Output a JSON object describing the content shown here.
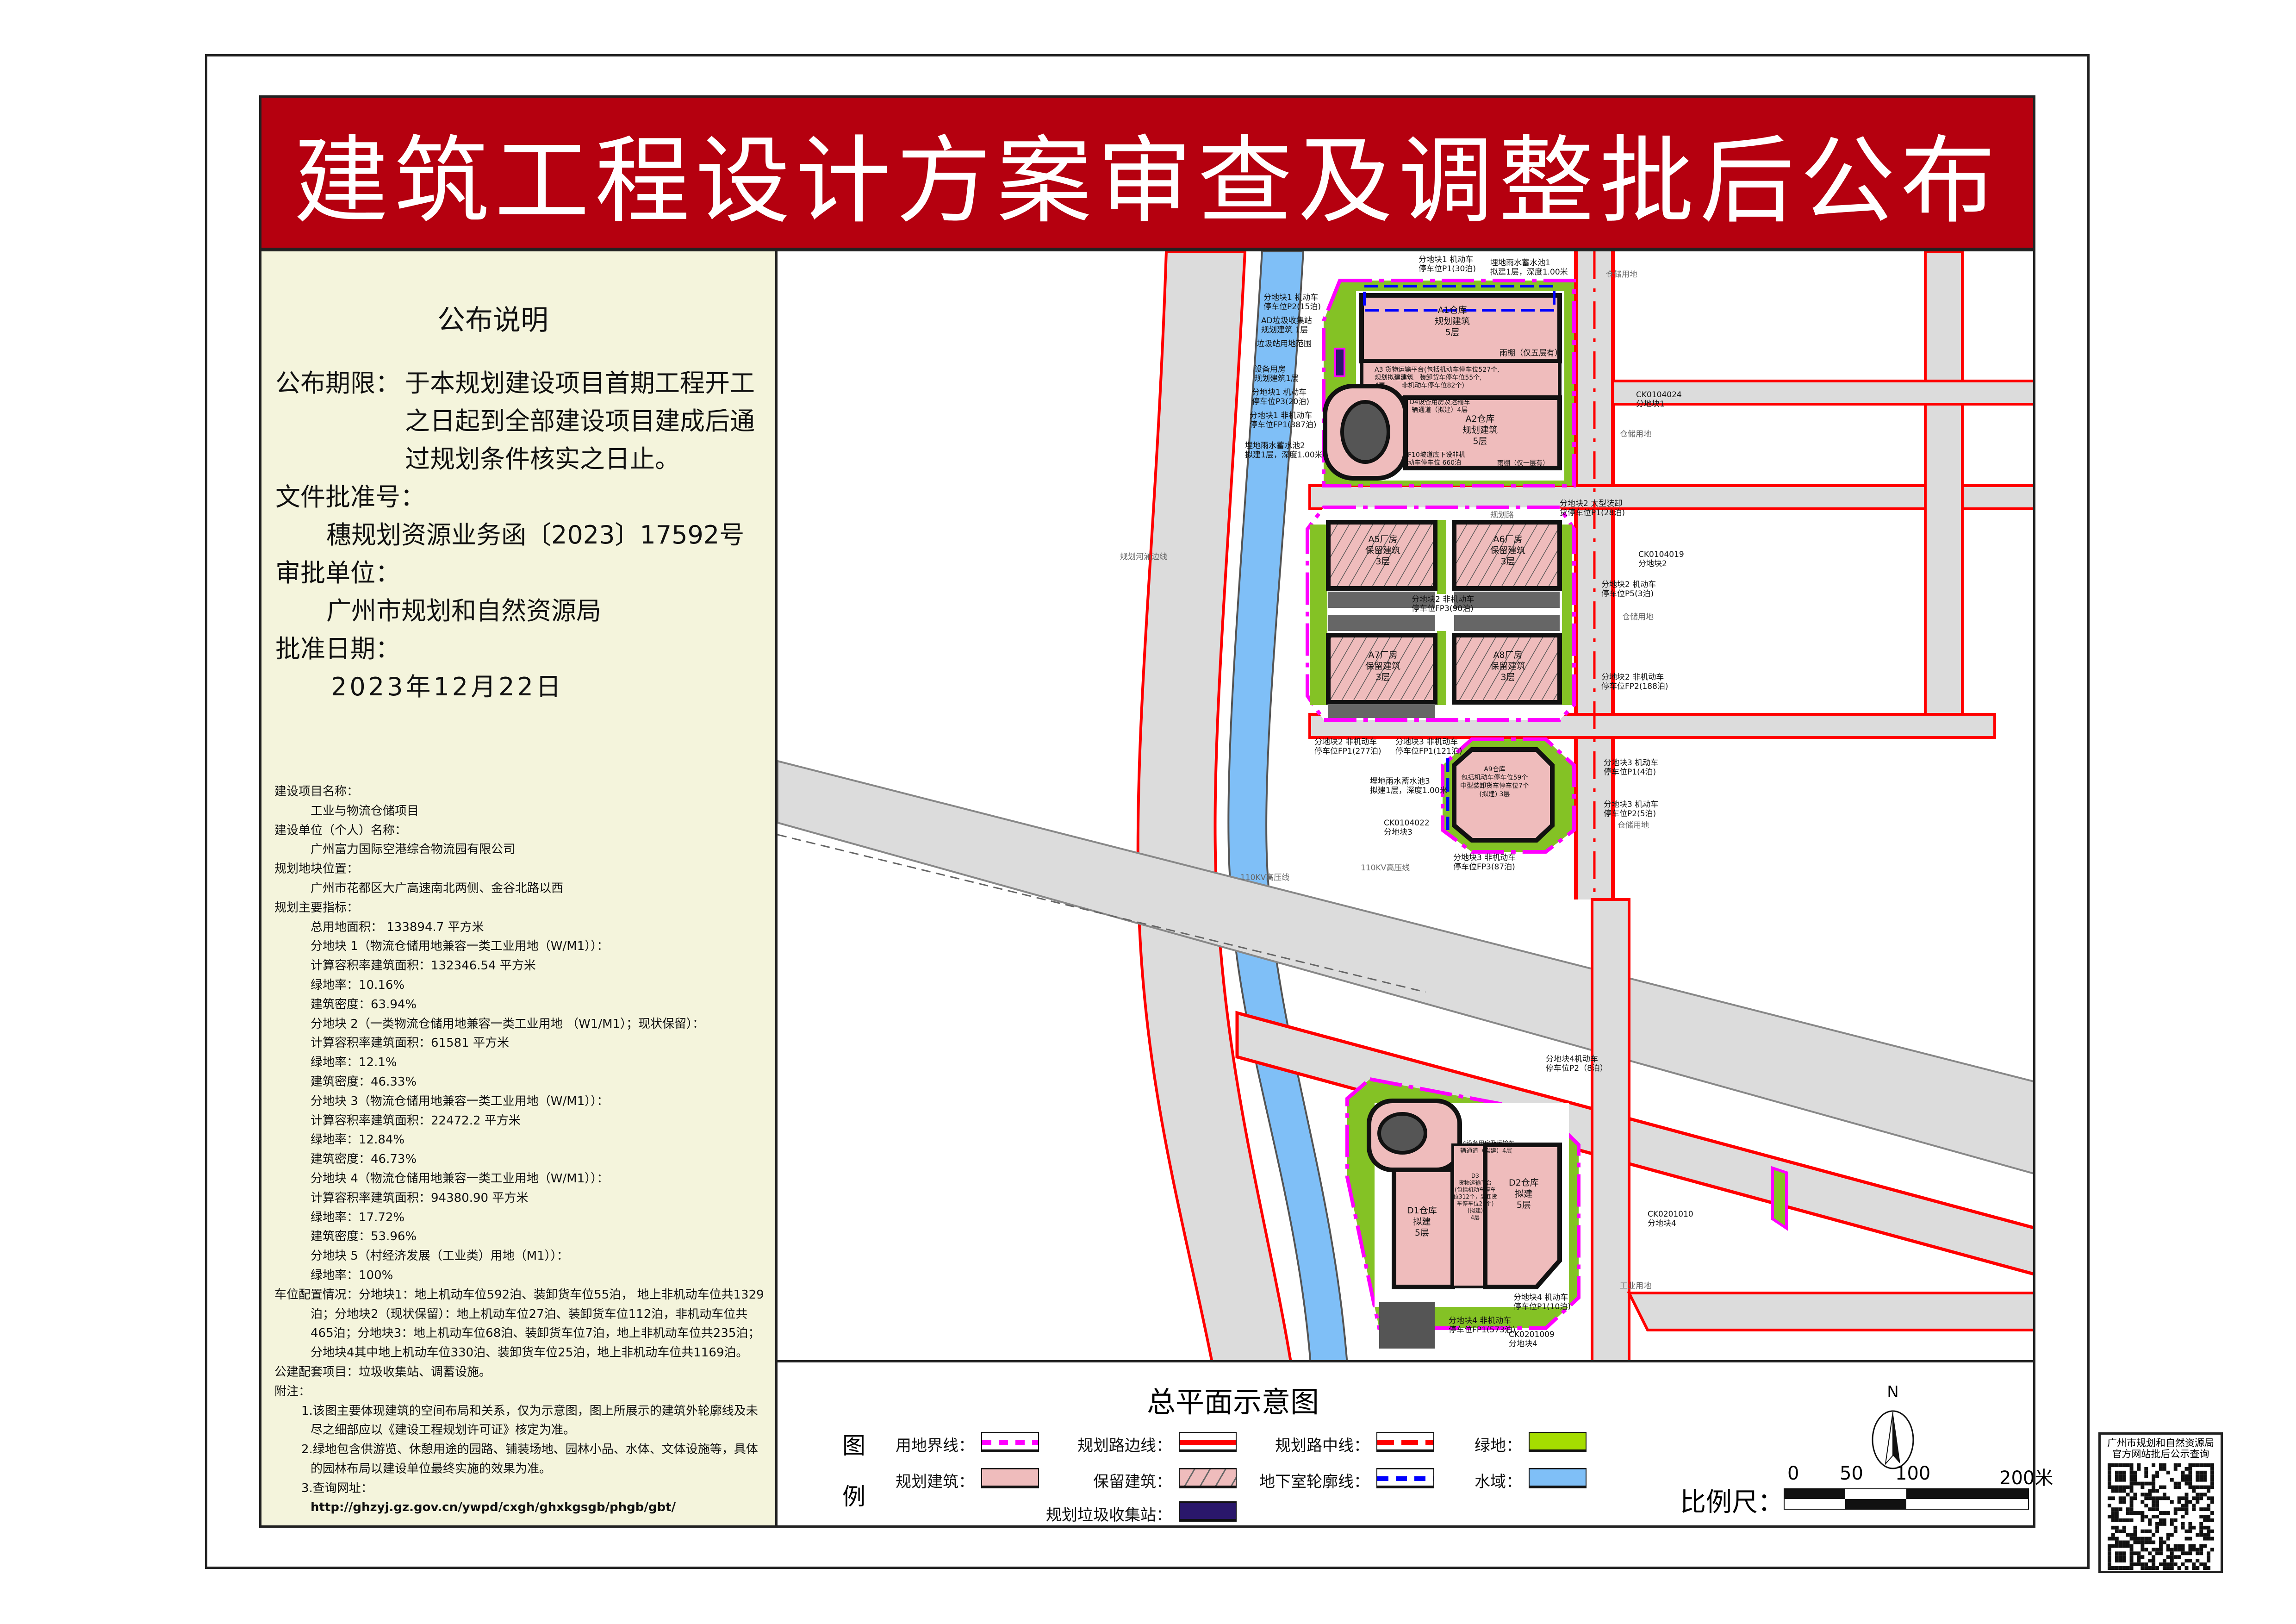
{
  "header": {
    "title": "建筑工程设计方案审查及调整批后公布"
  },
  "notice": {
    "heading": "公布说明",
    "period_label": "公布期限：",
    "period_lines": [
      "于本规划建设项目首期工程开工",
      "之日起到全部建设项目建成后通",
      "过规划条件核实之日止。"
    ],
    "doc_no_label": "文件批准号：",
    "doc_no": "穗规划资源业务函〔2023〕17592号",
    "approver_label": "审批单位：",
    "approver": "广州市规划和自然资源局",
    "date_label": "批准日期：",
    "date": "2023年12月22日"
  },
  "details": {
    "lines": [
      {
        "t": "建设项目名称：",
        "k": "h"
      },
      {
        "t": "工业与物流仓储项目",
        "k": "i"
      },
      {
        "t": "建设单位（个人）名称：",
        "k": "h"
      },
      {
        "t": "广州富力国际空港综合物流园有限公司",
        "k": "i"
      },
      {
        "t": "规划地块位置：",
        "k": "h"
      },
      {
        "t": "广州市花都区大广高速南北两侧、金谷北路以西",
        "k": "i"
      },
      {
        "t": "规划主要指标：",
        "k": "h"
      },
      {
        "t": "总用地面积： 133894.7 平方米",
        "k": "i"
      },
      {
        "t": "分地块 1（物流仓储用地兼容一类工业用地（W/M1））：",
        "k": "i"
      },
      {
        "t": "计算容积率建筑面积：132346.54 平方米",
        "k": "i"
      },
      {
        "t": "绿地率：10.16%",
        "k": "i"
      },
      {
        "t": "建筑密度：63.94%",
        "k": "i"
      },
      {
        "t": "分地块 2（一类物流仓储用地兼容一类工业用地 （W1/M1）；现状保留）：",
        "k": "i"
      },
      {
        "t": "计算容积率建筑面积：61581 平方米",
        "k": "i"
      },
      {
        "t": "绿地率：12.1%",
        "k": "i"
      },
      {
        "t": "建筑密度：46.33%",
        "k": "i"
      },
      {
        "t": "分地块 3（物流仓储用地兼容一类工业用地（W/M1））：",
        "k": "i"
      },
      {
        "t": "计算容积率建筑面积：22472.2 平方米",
        "k": "i"
      },
      {
        "t": "绿地率：12.84%",
        "k": "i"
      },
      {
        "t": "建筑密度：46.73%",
        "k": "i"
      },
      {
        "t": "分地块 4（物流仓储用地兼容一类工业用地（W/M1））：",
        "k": "i"
      },
      {
        "t": "计算容积率建筑面积：94380.90 平方米",
        "k": "i"
      },
      {
        "t": "绿地率：17.72%",
        "k": "i"
      },
      {
        "t": "建筑密度：53.96%",
        "k": "i"
      },
      {
        "t": "分地块 5（村经济发展（工业类）用地（M1））：",
        "k": "i"
      },
      {
        "t": "绿地率：100%",
        "k": "i"
      },
      {
        "t": "车位配置情况：分地块1：地上机动车位592泊、装卸货车位55泊， 地上非机动车位共1329泊；分地块2（现状保留）：地上机动车位27泊、装卸货车位112泊，非机动车位共465泊；分地块3：地上机动车位68泊、装卸货车位7泊，地上非机动车位共235泊；分地块4其中地上机动车位330泊、装卸货车位25泊，地上非机动车位共1169泊。",
        "k": "p"
      },
      {
        "t": "公建配套项目：垃圾收集站、调蓄设施。",
        "k": "h"
      },
      {
        "t": "附注：",
        "k": "h"
      },
      {
        "t": "1.该图主要体现建筑的空间布局和关系，仅为示意图，图上所展示的建筑外轮廓线及未尽之细部应以《建设工程规划许可证》核定为准。",
        "k": "n"
      },
      {
        "t": "2.绿地包含供游览、休憩用途的园路、铺装场地、园林小品、水体、文体设施等，具体的园林布局以建设单位最终实施的效果为准。",
        "k": "n"
      },
      {
        "t": "3.查询网址：",
        "k": "n"
      },
      {
        "t": "http://ghzyj.gz.gov.cn/ywpd/cxgh/ghxkgsgb/phgb/gbt/",
        "k": "u"
      }
    ]
  },
  "map": {
    "labels": {
      "a1": "A1仓库\n规划建筑\n5层",
      "a1_canopy": "雨棚（仅五层有）",
      "a3": "A3 货物运输平台(包括机动车停车位527个,\n规划拟建建筑   装卸货车停车位55个,\n4层        非机动车停车位82个)",
      "a2": "A2仓库\n规划建筑\n5层",
      "d4_top": "D4设备用房及运输车\n辆通道（拟建）4层",
      "f10": "F10坡道底下设非机\n动车停车位 660泊",
      "a2_canopy": "雨棚（仅一层有）",
      "p1_b1": "分地块1 机动车\n停车位P1(30泊)",
      "pool1": "埋地雨水蓄水池1\n拟建1层，深度1.00米",
      "p2_b1": "分地块1 机动车\n停车位P2(15泊)",
      "garbage": "AD垃圾收集站\n规划建筑 1层",
      "garbage_area": "垃圾站用地范围",
      "equip": "设备用房\n规划建筑1层",
      "p3_b1": "分地块1 机动车\n停车位P3(20泊)",
      "fp1_b1": "分地块1 非机动车\n停车位FP1(387泊)",
      "pool2": "埋地雨水蓄水池2\n拟建1层，深度1.00米",
      "ck1": "CK0104024\n分地块1",
      "a5": "A5厂房\n保留建筑\n3层",
      "a6": "A6厂房\n保留建筑\n3层",
      "a7": "A7厂房\n保留建筑\n3层",
      "a8": "A8厂房\n保留建筑\n3层",
      "ck2": "CK0104019\n分地块2",
      "p1_b2": "分地块2 大型装卸\n货停车位P1(28泊)",
      "p5_b2": "分地块2 机动车\n停车位P5(3泊)",
      "fp3_b2": "分地块2 非机动车\n停车位FP3(90泊)",
      "fp2_b2": "分地块2 非机动车\n停车位FP2(188泊)",
      "fp1_b2": "分地块2 非机动车\n停车位FP1(277泊)",
      "a9": "A9仓库\n包括机动车停车位59个\n中型装卸货车停车位7个\n(拟建) 3层",
      "pool3": "埋地雨水蓄水池3\n拟建1层，深度1.00米",
      "ck3": "CK0104022\n分地块3",
      "fp1_b3": "分地块3 非机动车\n停车位FP1(121泊)",
      "fp3_b3": "分地块3 非机动车\n停车位FP3(87泊)",
      "p1_b3": "分地块3 机动车\n停车位P1(4泊)",
      "p2_b3": "分地块3 机动车\n停车位P2(5泊)",
      "hv1": "110KV高压线",
      "hv2": "110KV高压线",
      "d1": "D1仓库\n拟建\n5层",
      "d2": "D2仓库\n拟建\n5层",
      "d3": "D3\n货物运输平台\n(包括机动车停车\n位312个，装卸货\n车停车位25个)\n(拟建)\n4层",
      "d4": "D4设备用房及运输车\n辆通道（拟建）4层",
      "p2_b4": "分地块4机动车\n停车位P2（8泊）",
      "p1_b4": "分地块4 机动车\n停车位P1(10泊)",
      "fp1_b4": "分地块4 非机动车\n停车位FP1(573泊)",
      "ck4": "CK0201010\n分地块4",
      "ck5": "CK0201009\n分地块4",
      "storage1": "仓储用地",
      "storage2": "仓储用地",
      "storage3": "仓储用地",
      "storage4": "仓储用地",
      "industrial": "工业用地",
      "river_road": "规划河涌边线",
      "road": "规划路"
    }
  },
  "legend": {
    "title": "总平面示意图",
    "heading_chars": [
      "图",
      "例"
    ],
    "items": [
      {
        "label": "用地界线：",
        "swatch": "boundary-line",
        "color": "#ff00ff"
      },
      {
        "label": "规划路边线：",
        "swatch": "road-edge-line",
        "color": "#ff0000"
      },
      {
        "label": "规划路中线：",
        "swatch": "road-center-line",
        "color": "#ff0000"
      },
      {
        "label": "绿地：",
        "swatch": "fill",
        "color": "#a5dd00"
      },
      {
        "label": "规划建筑：",
        "swatch": "fill",
        "color": "#efbcbc"
      },
      {
        "label": "保留建筑：",
        "swatch": "hatched",
        "color": "#efbcbc"
      },
      {
        "label": "地下室轮廓线：",
        "swatch": "basement-line",
        "color": "#0000ff"
      },
      {
        "label": "水域：",
        "swatch": "fill",
        "color": "#7fbff7"
      },
      {
        "label": "规划垃圾收集站：",
        "swatch": "fill",
        "color": "#2a176b"
      }
    ]
  },
  "compass": {
    "north": "N"
  },
  "scale": {
    "label": "比例尺：",
    "ticks": [
      "0",
      "50",
      "100",
      "200米"
    ]
  },
  "qr": {
    "caption": [
      "广州市规划和自然资源局",
      "官方网站批后公示查询"
    ]
  },
  "colors": {
    "header": "#b5000f",
    "panel": "#f4f4dc",
    "road": "#dcdcdc",
    "water": "#7fbff7",
    "green": "#84c225",
    "building": "#efbcbc",
    "boundary": "#ff00ff",
    "road_line": "#ff0000"
  }
}
